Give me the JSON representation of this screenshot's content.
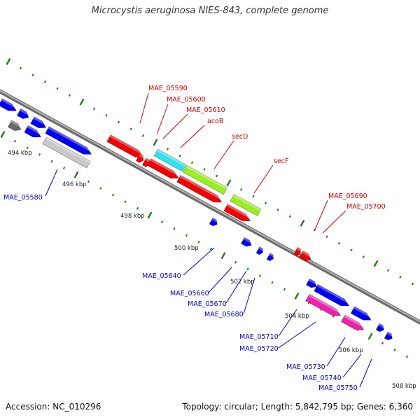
{
  "title": "Microcystis aeruginosa NIES-843, complete genome",
  "footer": {
    "accession": "Accession: NC_010296",
    "summary": "Topology: circular; Length: 5,842,795 bp; Genes: 6,360"
  },
  "colors": {
    "backbone": "#8a8a8a",
    "tick": "#1f7a1f",
    "red_label": "#cc0000",
    "blue_label": "#0000cc",
    "gene_red": "#ee0000",
    "gene_blue": "#0000ee",
    "gene_cyan": "#33e0ee",
    "gene_green": "#99ee22",
    "gene_magenta": "#ee22aa",
    "gene_grey": "#c8c8c8",
    "gene_darkgrey": "#666666"
  },
  "scale": {
    "kbp_labels": [
      {
        "text": "494 kbp"
      },
      {
        "text": "496 kbp"
      },
      {
        "text": "498 kbp"
      },
      {
        "text": "500 kbp"
      },
      {
        "text": "502 kbp"
      },
      {
        "text": "504 kbp"
      },
      {
        "text": "506 kbp"
      },
      {
        "text": "508 kbp"
      }
    ]
  },
  "gene_labels": [
    {
      "text": "MAE_05590",
      "color": "red"
    },
    {
      "text": "MAE_05600",
      "color": "red"
    },
    {
      "text": "MAE_05610",
      "color": "red"
    },
    {
      "text": "acoB",
      "color": "red"
    },
    {
      "text": "secD",
      "color": "red"
    },
    {
      "text": "secF",
      "color": "red"
    },
    {
      "text": "MAE_05690",
      "color": "red"
    },
    {
      "text": "MAE_05700",
      "color": "red"
    },
    {
      "text": "MAE_05580",
      "color": "blue"
    },
    {
      "text": "MAE_05640",
      "color": "blue"
    },
    {
      "text": "MAE_05660",
      "color": "blue"
    },
    {
      "text": "MAE_05670",
      "color": "blue"
    },
    {
      "text": "MAE_05680",
      "color": "blue"
    },
    {
      "text": "MAE_05710",
      "color": "blue"
    },
    {
      "text": "MAE_05720",
      "color": "blue"
    },
    {
      "text": "MAE_05730",
      "color": "blue"
    },
    {
      "text": "MAE_05740",
      "color": "blue"
    },
    {
      "text": "MAE_05750",
      "color": "blue"
    }
  ],
  "genes": [
    {
      "color": "gene_blue"
    },
    {
      "color": "gene_blue"
    },
    {
      "color": "gene_blue"
    },
    {
      "color": "gene_darkgrey"
    },
    {
      "color": "gene_blue"
    },
    {
      "color": "gene_blue"
    },
    {
      "color": "gene_grey"
    },
    {
      "color": "gene_red"
    },
    {
      "color": "gene_red"
    },
    {
      "color": "gene_red"
    },
    {
      "color": "gene_cyan"
    },
    {
      "color": "gene_green"
    },
    {
      "color": "gene_red"
    },
    {
      "color": "gene_red"
    },
    {
      "color": "gene_green"
    },
    {
      "color": "gene_red"
    },
    {
      "color": "gene_red"
    },
    {
      "color": "gene_red"
    },
    {
      "color": "gene_blue"
    },
    {
      "color": "gene_blue"
    },
    {
      "color": "gene_blue"
    },
    {
      "color": "gene_blue"
    },
    {
      "color": "gene_blue"
    },
    {
      "color": "gene_blue"
    },
    {
      "color": "gene_magenta"
    },
    {
      "color": "gene_blue"
    },
    {
      "color": "gene_magenta"
    },
    {
      "color": "gene_blue"
    },
    {
      "color": "gene_blue"
    }
  ]
}
